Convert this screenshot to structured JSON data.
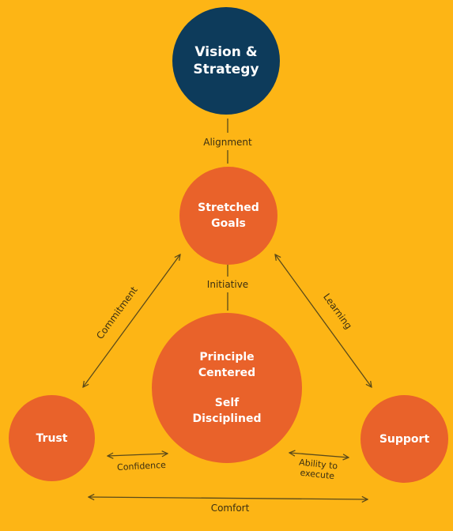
{
  "colors": {
    "background": "#FDB515",
    "primary_node": "#0D3B5B",
    "node": "#E9622A",
    "text_on_node": "#FFFFFF",
    "connector": "#5a4a1a"
  },
  "nodes": {
    "vision": {
      "line1": "Vision &",
      "line2": "Strategy"
    },
    "goals": {
      "line1": "Stretched",
      "line2": "Goals"
    },
    "center": {
      "line1": "Principle",
      "line2": "Centered",
      "line3": "Self",
      "line4": "Disciplined"
    },
    "trust": {
      "label": "Trust"
    },
    "support": {
      "label": "Support"
    }
  },
  "edges": {
    "alignment": "Alignment",
    "initiative": "Initiative",
    "commitment": "Commitment",
    "learning": "Learning",
    "confidence": "Confidence",
    "ability_line1": "Ability to",
    "ability_line2": "execute",
    "comfort": "Comfort"
  }
}
